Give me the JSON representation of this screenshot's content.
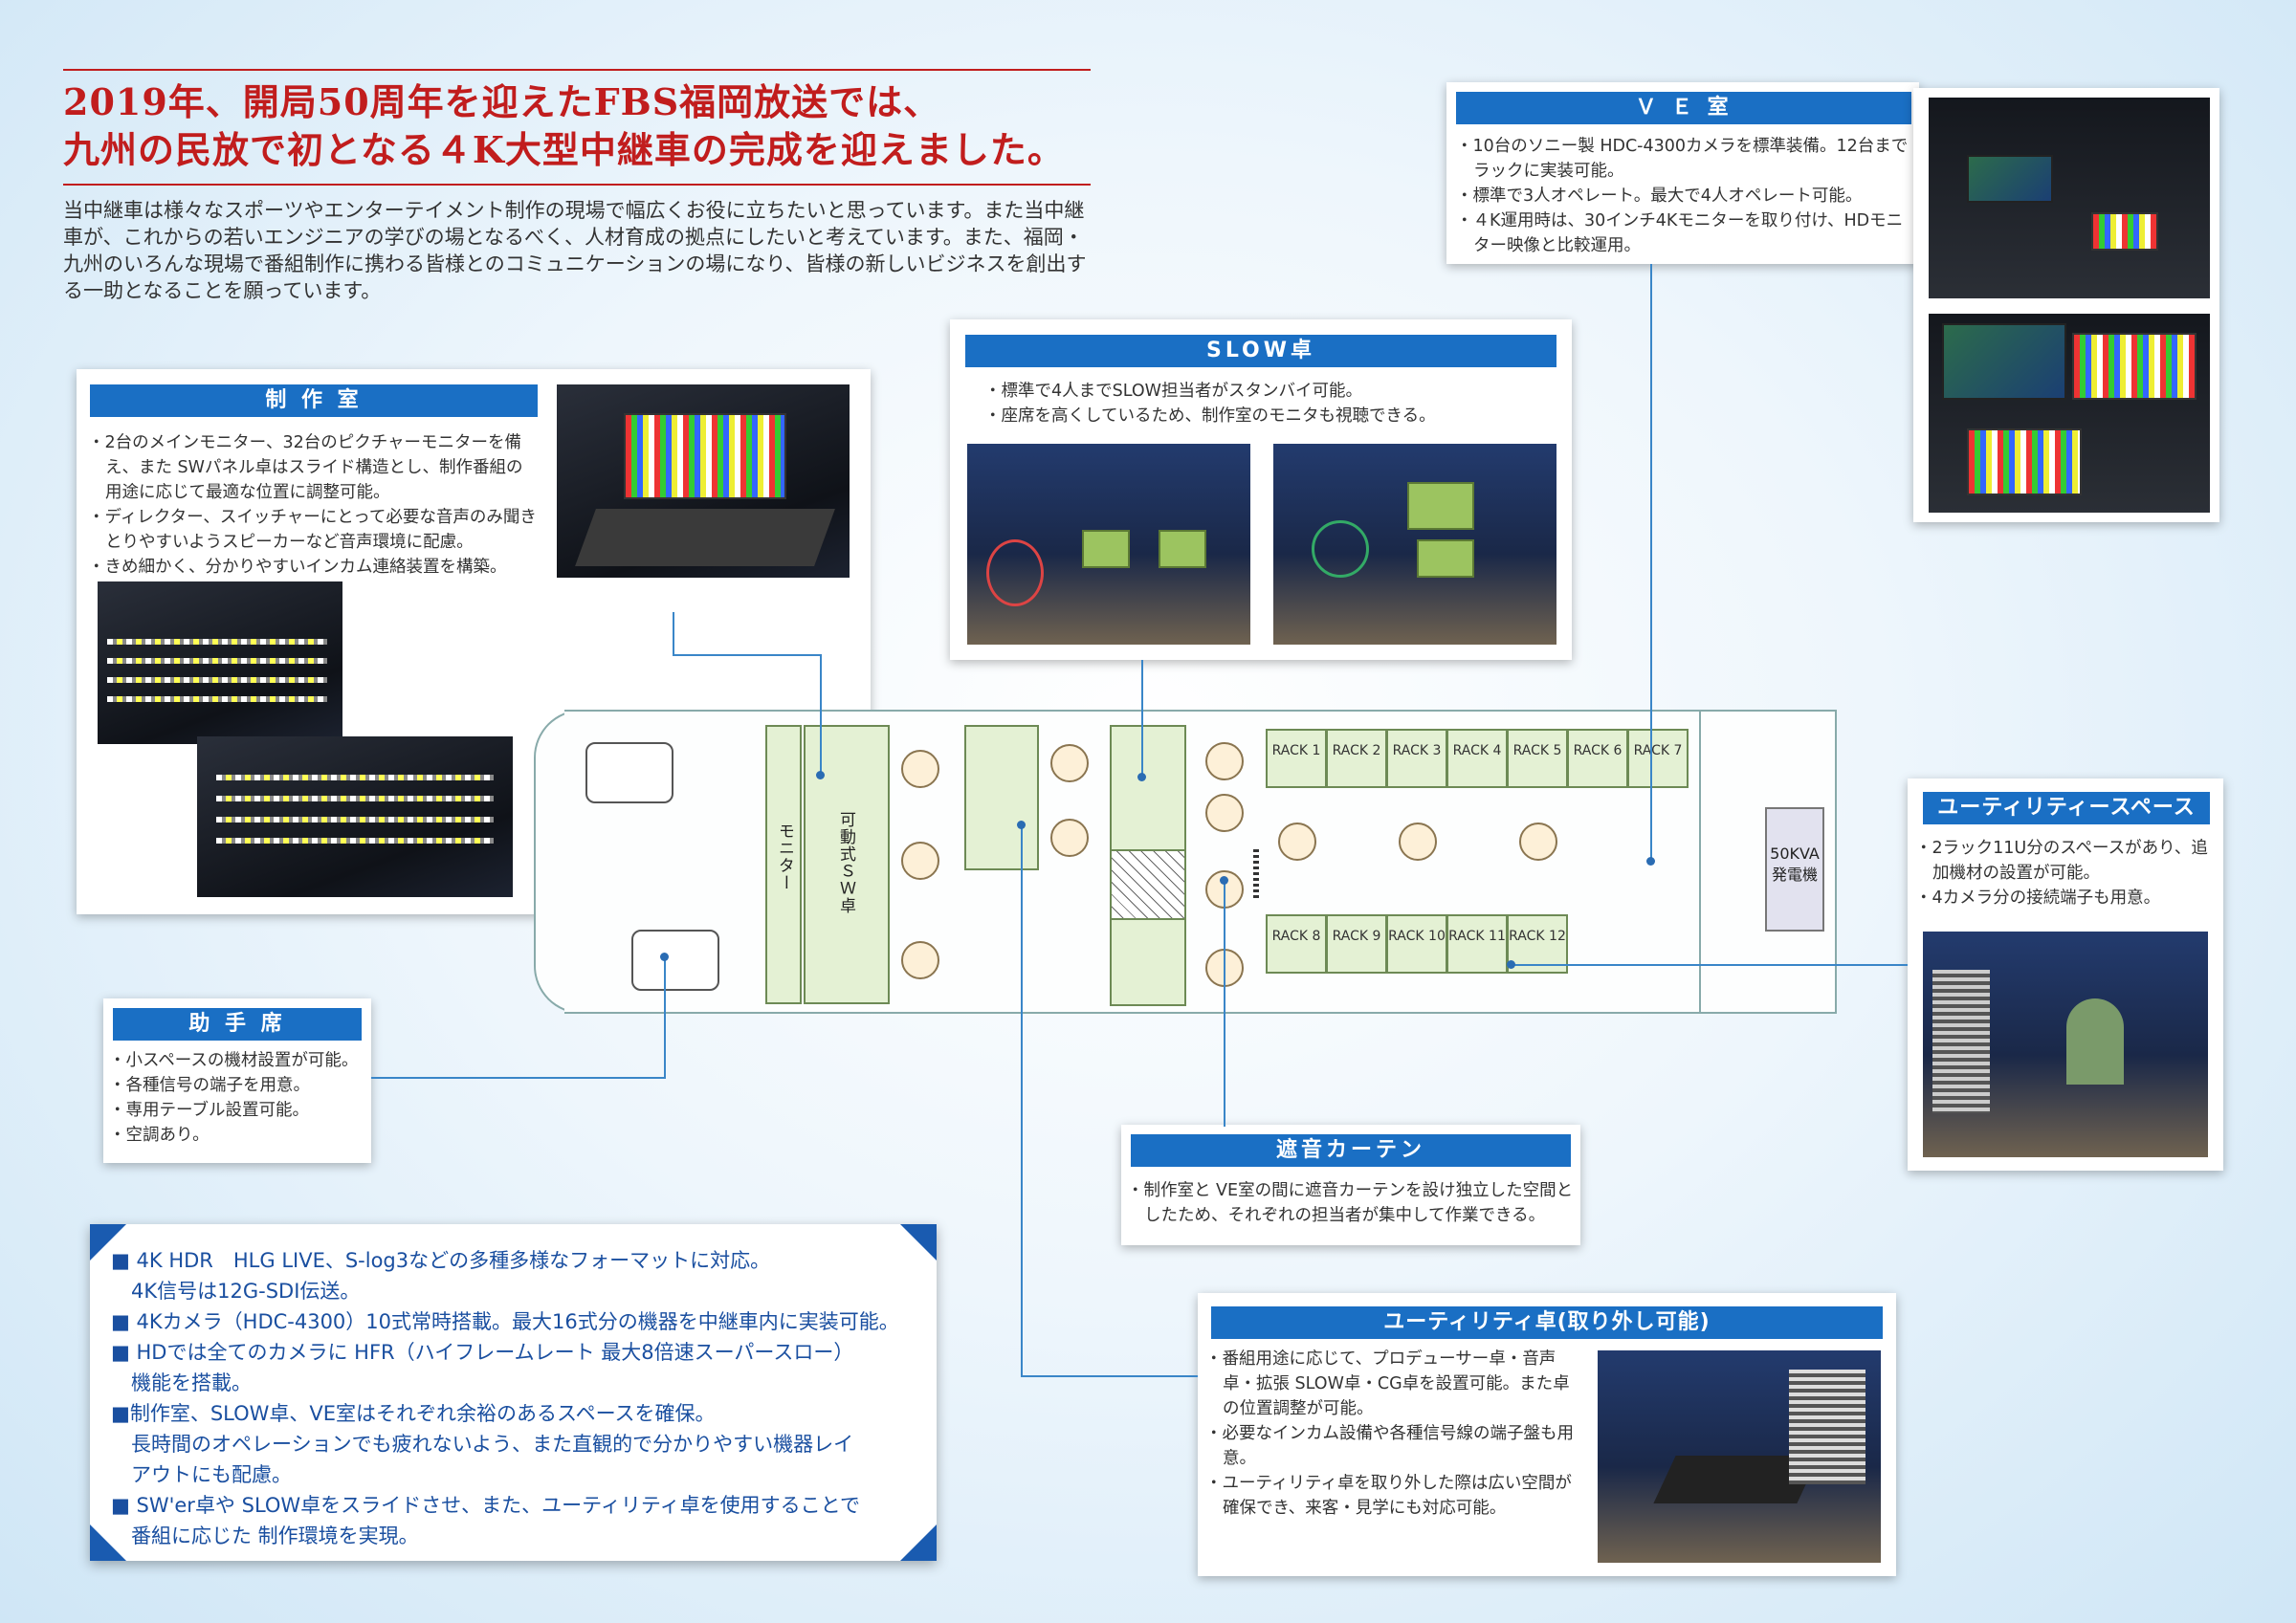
{
  "headline": {
    "line1": "2019年、開局50周年を迎えたFBS福岡放送では、",
    "line2": "九州の民放で初となる４K大型中継車の完成を迎えました。"
  },
  "intro": "当中継車は様々なスポーツやエンターテイメント制作の現場で幅広くお役に立ちたいと思っています。また当中継車が、これからの若いエンジニアの学びの場となるべく、人材育成の拠点にしたいと考えています。また、福岡・九州のいろんな現場で番組制作に携わる皆様とのコミュニケーションの場になり、皆様の新しいビジネスを創出する一助となることを願っています。",
  "panels": {
    "control": {
      "title": "制 作 室",
      "bullets": [
        "2台のメインモニター、32台のピクチャーモニターを備え、また SWパネル卓はスライド構造とし、制作番組の用途に応じて最適な位置に調整可能。",
        "ディレクター、スイッチャーにとって必要な音声のみ聞きとりやすいようスピーカーなど音声環境に配慮。",
        "きめ細かく、分かりやすいインカム連絡装置を構築。"
      ]
    },
    "slow": {
      "title": "SLOW卓",
      "bullets": [
        "標準で4人までSLOW担当者がスタンバイ可能。",
        "座席を高くしているため、制作室のモニタも視聴できる。"
      ]
    },
    "ve": {
      "title": "Ｖ Ｅ 室",
      "bullets": [
        "10台のソニー製 HDC-4300カメラを標準装備。12台までラックに実装可能。",
        "標準で3人オペレート。最大で4人オペレート可能。",
        "４K運用時は、30インチ4Kモニターを取り付け、HDモニター映像と比較運用。"
      ]
    },
    "utility_space": {
      "title": "ユーティリティースペース",
      "bullets": [
        "2ラック11U分のスペースがあり、追加機材の設置が可能。",
        "4カメラ分の接続端子も用意。"
      ]
    },
    "assistant": {
      "title": "助 手 席",
      "bullets": [
        "小スペースの機材設置が可能。",
        "各種信号の端子を用意。",
        "専用テーブル設置可能。",
        "空調あり。"
      ]
    },
    "curtain": {
      "title": "遮音カーテン",
      "bullets": [
        "制作室と VE室の間に遮音カーテンを設け独立した空間としたため、それぞれの担当者が集中して作業できる。"
      ]
    },
    "utility_desk": {
      "title": "ユーティリティ卓(取り外し可能)",
      "bullets": [
        "番組用途に応じて、プロデューサー卓・音声卓・拡張 SLOW卓・CG卓を設置可能。また卓の位置調整が可能。",
        "必要なインカム設備や各種信号線の端子盤も用意。",
        "ユーティリティ卓を取り外した際は広い空間が確保でき、来客・見学にも対応可能。"
      ]
    }
  },
  "floorplan": {
    "monitor_label": "モニター",
    "sw_label": "可動式ＳＷ卓",
    "generator": "50KVA発電機",
    "racks_top": [
      "RACK 1",
      "RACK 2",
      "RACK 3",
      "RACK 4",
      "RACK 5",
      "RACK 6",
      "RACK 7"
    ],
    "racks_bottom": [
      "RACK 8",
      "RACK 9",
      "RACK 10",
      "RACK 11",
      "RACK 12"
    ]
  },
  "features": [
    "■ 4K HDR　HLG LIVE、S-log3などの多種多様なフォーマットに対応。",
    "　4K信号は12G-SDI伝送。",
    "■ 4Kカメラ（HDC-4300）10式常時搭載。最大16式分の機器を中継車内に実装可能。",
    "■ HDでは全てのカメラに HFR（ハイフレームレート 最大8倍速スーパースロー）",
    "　機能を搭載。",
    "■制作室、SLOW卓、VE室はそれぞれ余裕のあるスペースを確保。",
    "　長時間のオペレーションでも疲れないよう、また直観的で分かりやすい機器レイ",
    "　アウトにも配慮。",
    "■ SW'er卓や SLOW卓をスライドさせ、また、ユーティリティ卓を使用することで",
    "　番組に応じた 制作環境を実現。"
  ],
  "colors": {
    "accent_red": "#c11d1d",
    "title_blue": "#1a6fc4",
    "plan_green": "#e4f1d4"
  }
}
